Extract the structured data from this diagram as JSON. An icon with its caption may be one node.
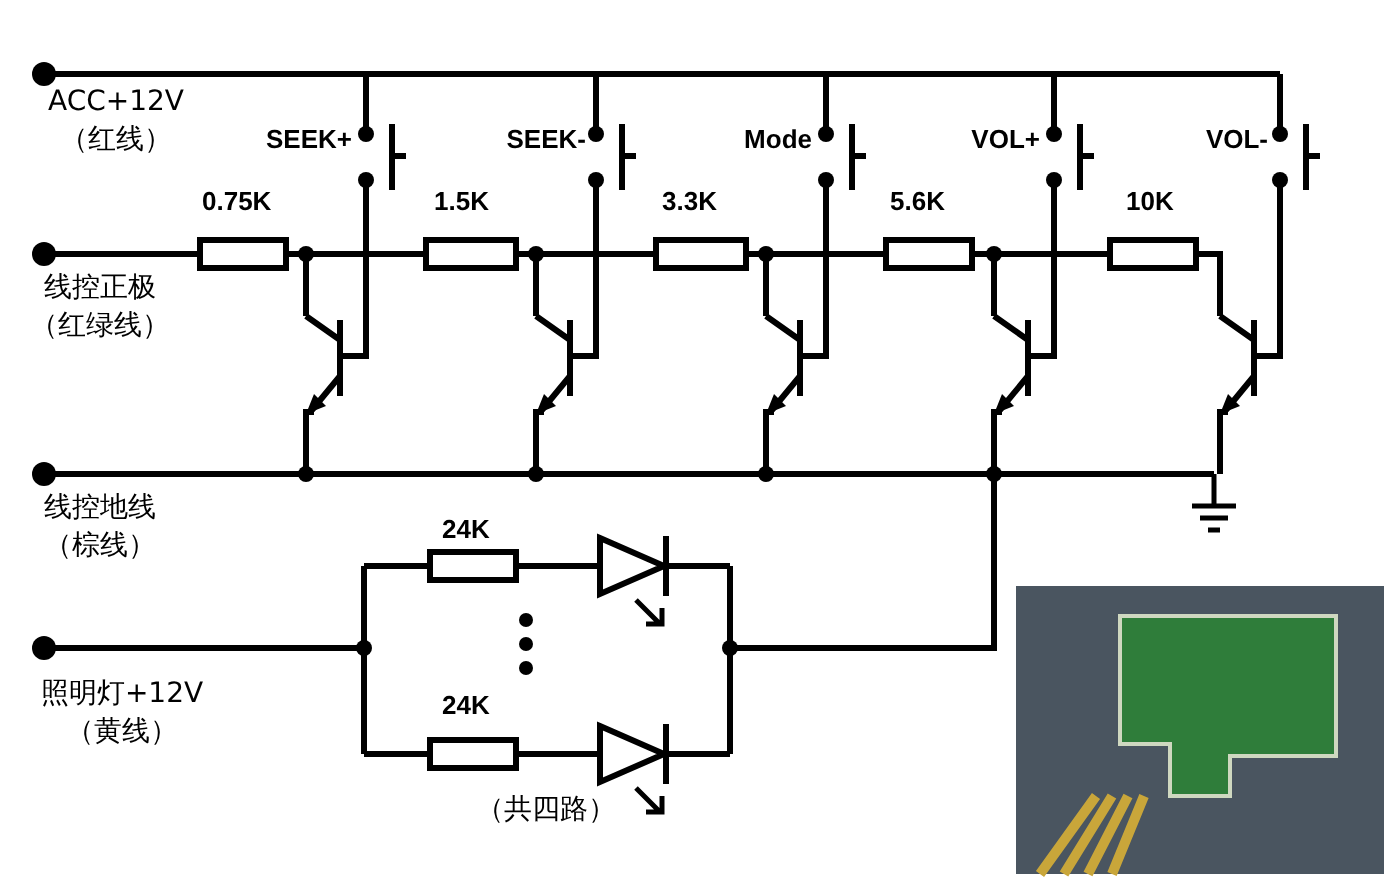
{
  "diagram": {
    "labels": [
      "ACC+12V",
      "（红线）",
      "SEEK+",
      "SEEK-",
      "Mode",
      "VOL+",
      "VOL-",
      "0.75K",
      "1.5K",
      "3.3K",
      "5.6K",
      "10K",
      "线控正极",
      "（红绿线）",
      "线控地线",
      "（棕线）",
      "24K",
      "照明灯+12V",
      "（黄线）",
      "24K",
      "（共四路）"
    ]
  }
}
